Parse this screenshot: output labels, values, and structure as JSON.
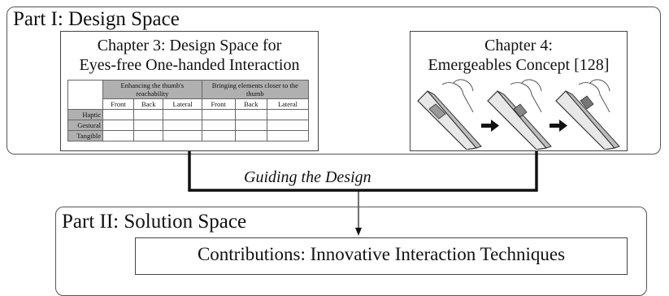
{
  "part1": {
    "title": "Part I: Design Space"
  },
  "chapter3": {
    "title_line1": "Chapter 3: Design Space for",
    "title_line2": "Eyes-free One-handed Interaction",
    "table": {
      "group1": "Enhancing the thumb's reachability",
      "group2": "Bringing elements closer to the thumb",
      "subcols": [
        "Front",
        "Back",
        "Lateral",
        "Front",
        "Back",
        "Lateral"
      ],
      "rows": [
        "Haptic",
        "Gestural",
        "Tangible"
      ]
    }
  },
  "chapter4": {
    "title_line1": "Chapter 4:",
    "title_line2": "Emergeables Concept [128]"
  },
  "connector": {
    "label": "Guiding the Design"
  },
  "part2": {
    "title": "Part II: Solution Space"
  },
  "contributions": {
    "label": "Contributions: Innovative Interaction Techniques"
  }
}
